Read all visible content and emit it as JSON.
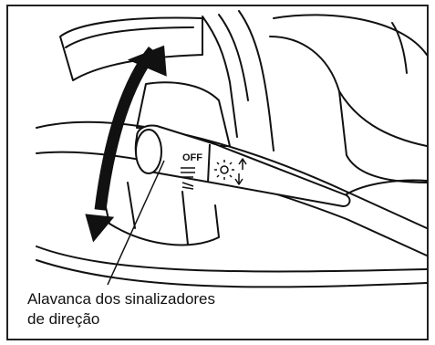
{
  "figure": {
    "lever_labels": {
      "off": "OFF"
    },
    "callout": {
      "line1": "Alavanca dos sinalizadores",
      "line2": "de direção"
    }
  },
  "colors": {
    "ink": "#111111",
    "background": "#ffffff",
    "frame": "#222222"
  }
}
